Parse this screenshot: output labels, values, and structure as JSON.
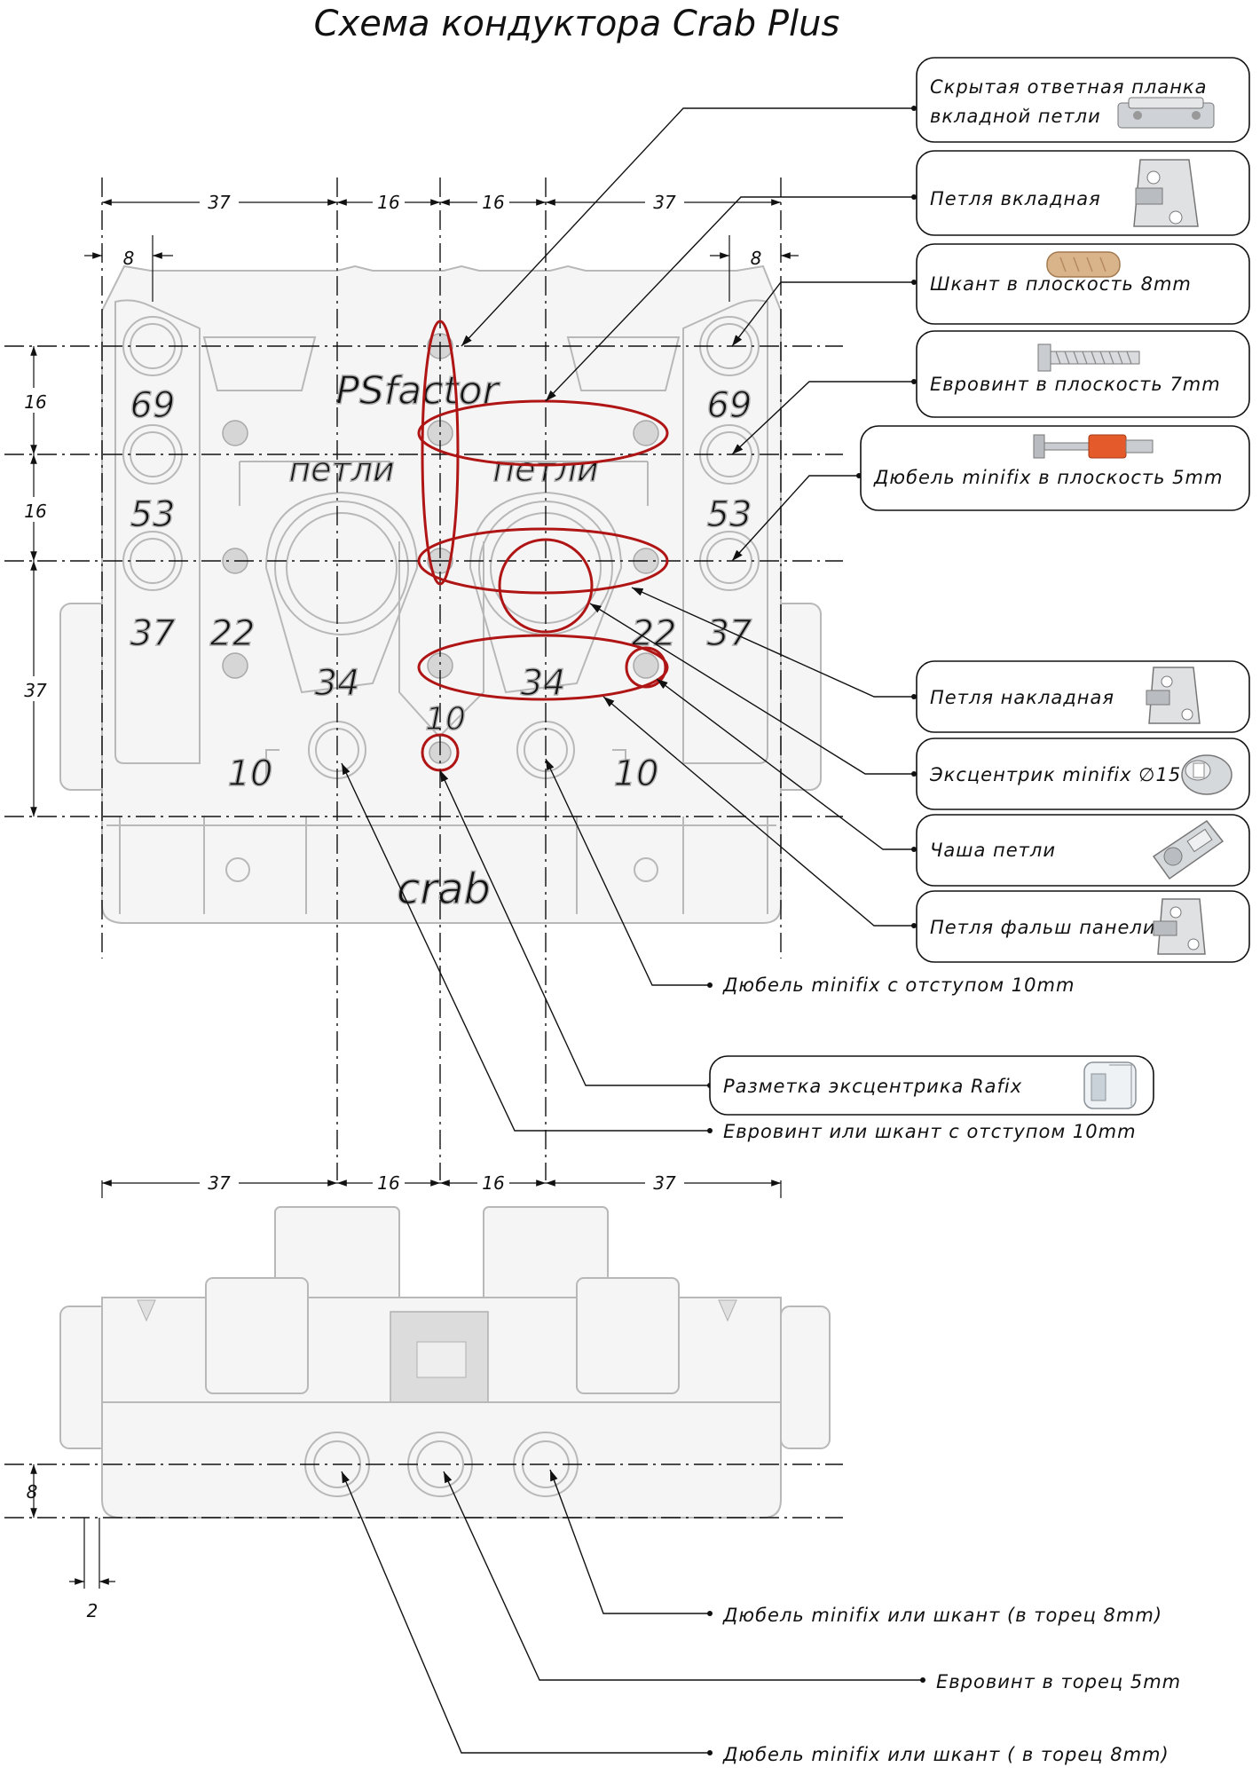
{
  "title": "Схема кондуктора Crab Plus",
  "embossed": {
    "brand_top": "PSfactor",
    "hinges_label": "петли",
    "brand_bottom": "crab",
    "numbers": [
      "69",
      "53",
      "37",
      "22",
      "34",
      "10"
    ]
  },
  "dimensions": {
    "top_row": [
      "37",
      "16",
      "16",
      "37"
    ],
    "side_offset": "8",
    "left_column": [
      "16",
      "16",
      "37"
    ],
    "bottom_row": [
      "37",
      "16",
      "16",
      "37"
    ],
    "bottom_vertical": "8",
    "bottom_offset": "2"
  },
  "callouts": [
    {
      "id": "hidden-plate",
      "lines": [
        "Скрытая ответная планка",
        "вкладной петли"
      ],
      "icon": "mounting-plate-icon"
    },
    {
      "id": "inset-hinge",
      "lines": [
        "Петля вкладная"
      ],
      "icon": "inset-hinge-icon"
    },
    {
      "id": "dowel-face",
      "lines": [
        "Шкант в плоскость 8mm"
      ],
      "icon": "wood-dowel-icon"
    },
    {
      "id": "euroscrew-face",
      "lines": [
        "Евровинт в плоскость 7mm"
      ],
      "icon": "euroscrew-icon"
    },
    {
      "id": "minifix-face",
      "lines": [
        "Дюбель minifix в плоскость 5mm"
      ],
      "icon": "minifix-bolt-icon"
    },
    {
      "id": "overlay-hinge",
      "lines": [
        "Петля накладная"
      ],
      "icon": "overlay-hinge-icon"
    },
    {
      "id": "cam",
      "lines": [
        "Эксцентрик minifix ∅15"
      ],
      "icon": "cam-lock-icon"
    },
    {
      "id": "cup",
      "lines": [
        "Чаша петли"
      ],
      "icon": "hinge-cup-icon"
    },
    {
      "id": "false-panel",
      "lines": [
        "Петля фальш панели"
      ],
      "icon": "false-panel-hinge-icon"
    },
    {
      "id": "rafix",
      "lines": [
        "Разметка эксцентрика Rafix"
      ],
      "icon": "rafix-connector-icon"
    }
  ],
  "plain_labels": {
    "minifix_offset": "Дюбель minifix с отступом 10mm",
    "euroscrew_offset": "Евровинт или шкант с отступом 10mm",
    "edge_right": "Дюбель minifix или шкант (в торец 8mm)",
    "edge_center": "Евровинт в торец 5mm",
    "edge_left": "Дюбель minifix или шкант ( в торец 8mm)"
  },
  "colors": {
    "accent": "#b01515",
    "line": "#111111",
    "part": "#b8b8b8"
  }
}
